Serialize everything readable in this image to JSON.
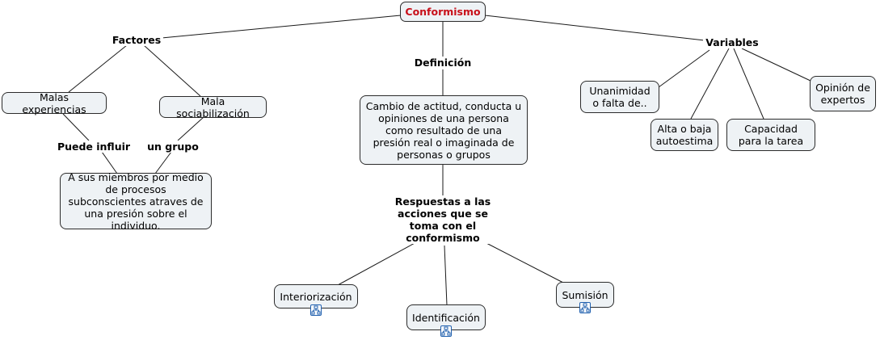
{
  "root": "Conformismo",
  "links": {
    "factores": "Factores",
    "definicion": "Definición",
    "variables": "Variables",
    "puede_influir": "Puede influir",
    "un_grupo": "un grupo",
    "respuestas": "Respuestas a las acciones que se toma con el conformismo"
  },
  "concepts": {
    "malas_experiencias": "Malas experiencias",
    "mala_sociabilizacion": "Mala sociabilización",
    "miembros": "A sus miembros por medio de procesos subconscientes atraves de una presión sobre el individuo.",
    "definicion_texto": "Cambio de actitud, conducta u opiniones de una persona como resultado de una presión real o imaginada de personas o grupos",
    "unanimidad": "Unanimidad o falta de..",
    "autoestima": "Alta o baja autoestima",
    "capacidad": "Capacidad para la tarea",
    "opinion": "Opinión de expertos",
    "interiorizacion": "Interiorización",
    "identificacion": "Identificación",
    "sumision": "Sumisión"
  },
  "icons": [
    "submap-icon",
    "submap-icon",
    "submap-icon"
  ]
}
